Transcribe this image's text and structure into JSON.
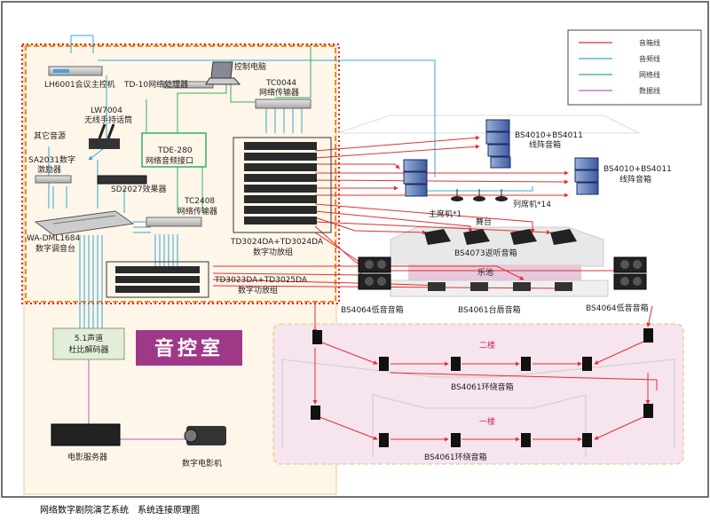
{
  "caption": "网络数字剧院演艺系统　系统连接原理图",
  "legend": [
    {
      "label": "音箱线",
      "color": "#e03030"
    },
    {
      "label": "音频线",
      "color": "#30a8d0"
    },
    {
      "label": "网络线",
      "color": "#30b060"
    },
    {
      "label": "数据线",
      "color": "#b060c0"
    }
  ],
  "devices": {
    "lh6001": "LH6001会议主控机",
    "td10": "TD-10网络处理器",
    "pc": "控制电脑",
    "tc0044_a": "TC0044",
    "tc0044_b": "网络传输器",
    "lw7004_a": "LW7004",
    "lw7004_b": "无线手持话筒",
    "other_src": "其它音源",
    "sa2031_a": "SA2031数字",
    "sa2031_b": "激励器",
    "sd2027": "SD2027效果器",
    "tde280_a": "TDE-280",
    "tde280_b": "网络音频接口",
    "tc2408_a": "TC2408",
    "tc2408_b": "网络传输器",
    "mixer_a": "WA-DML1684",
    "mixer_b": "数字调音台",
    "amp1_a": "TD3024DA+TD3024DA",
    "amp1_b": "数字功放组",
    "amp2_a": "TD3023DA+TD3025DA",
    "amp2_b": "数字功放组",
    "decoder_a": "5.1声道",
    "decoder_b": "杜比解码器",
    "control_room": "音控室",
    "server": "电影服务器",
    "projector": "数字电影机"
  },
  "stage": {
    "line_array_1_a": "BS4010+BS4011",
    "line_array_1_b": "线阵音箱",
    "line_array_2_a": "BS4010+BS4011",
    "line_array_2_b": "线阵音箱",
    "chair_mic": "主席机*1",
    "delegate_mic": "列席机*14",
    "stage_label": "舞台",
    "monitor": "BS4073返听音箱",
    "pit": "乐池",
    "sub_left": "BS4064低音音箱",
    "sub_right": "BS4064低音音箱",
    "lip": "BS4061台唇音箱"
  },
  "hall": {
    "floor2": "二楼",
    "surround2": "BS4061环绕音箱",
    "floor1": "一楼",
    "surround1": "BS4061环绕音箱"
  }
}
